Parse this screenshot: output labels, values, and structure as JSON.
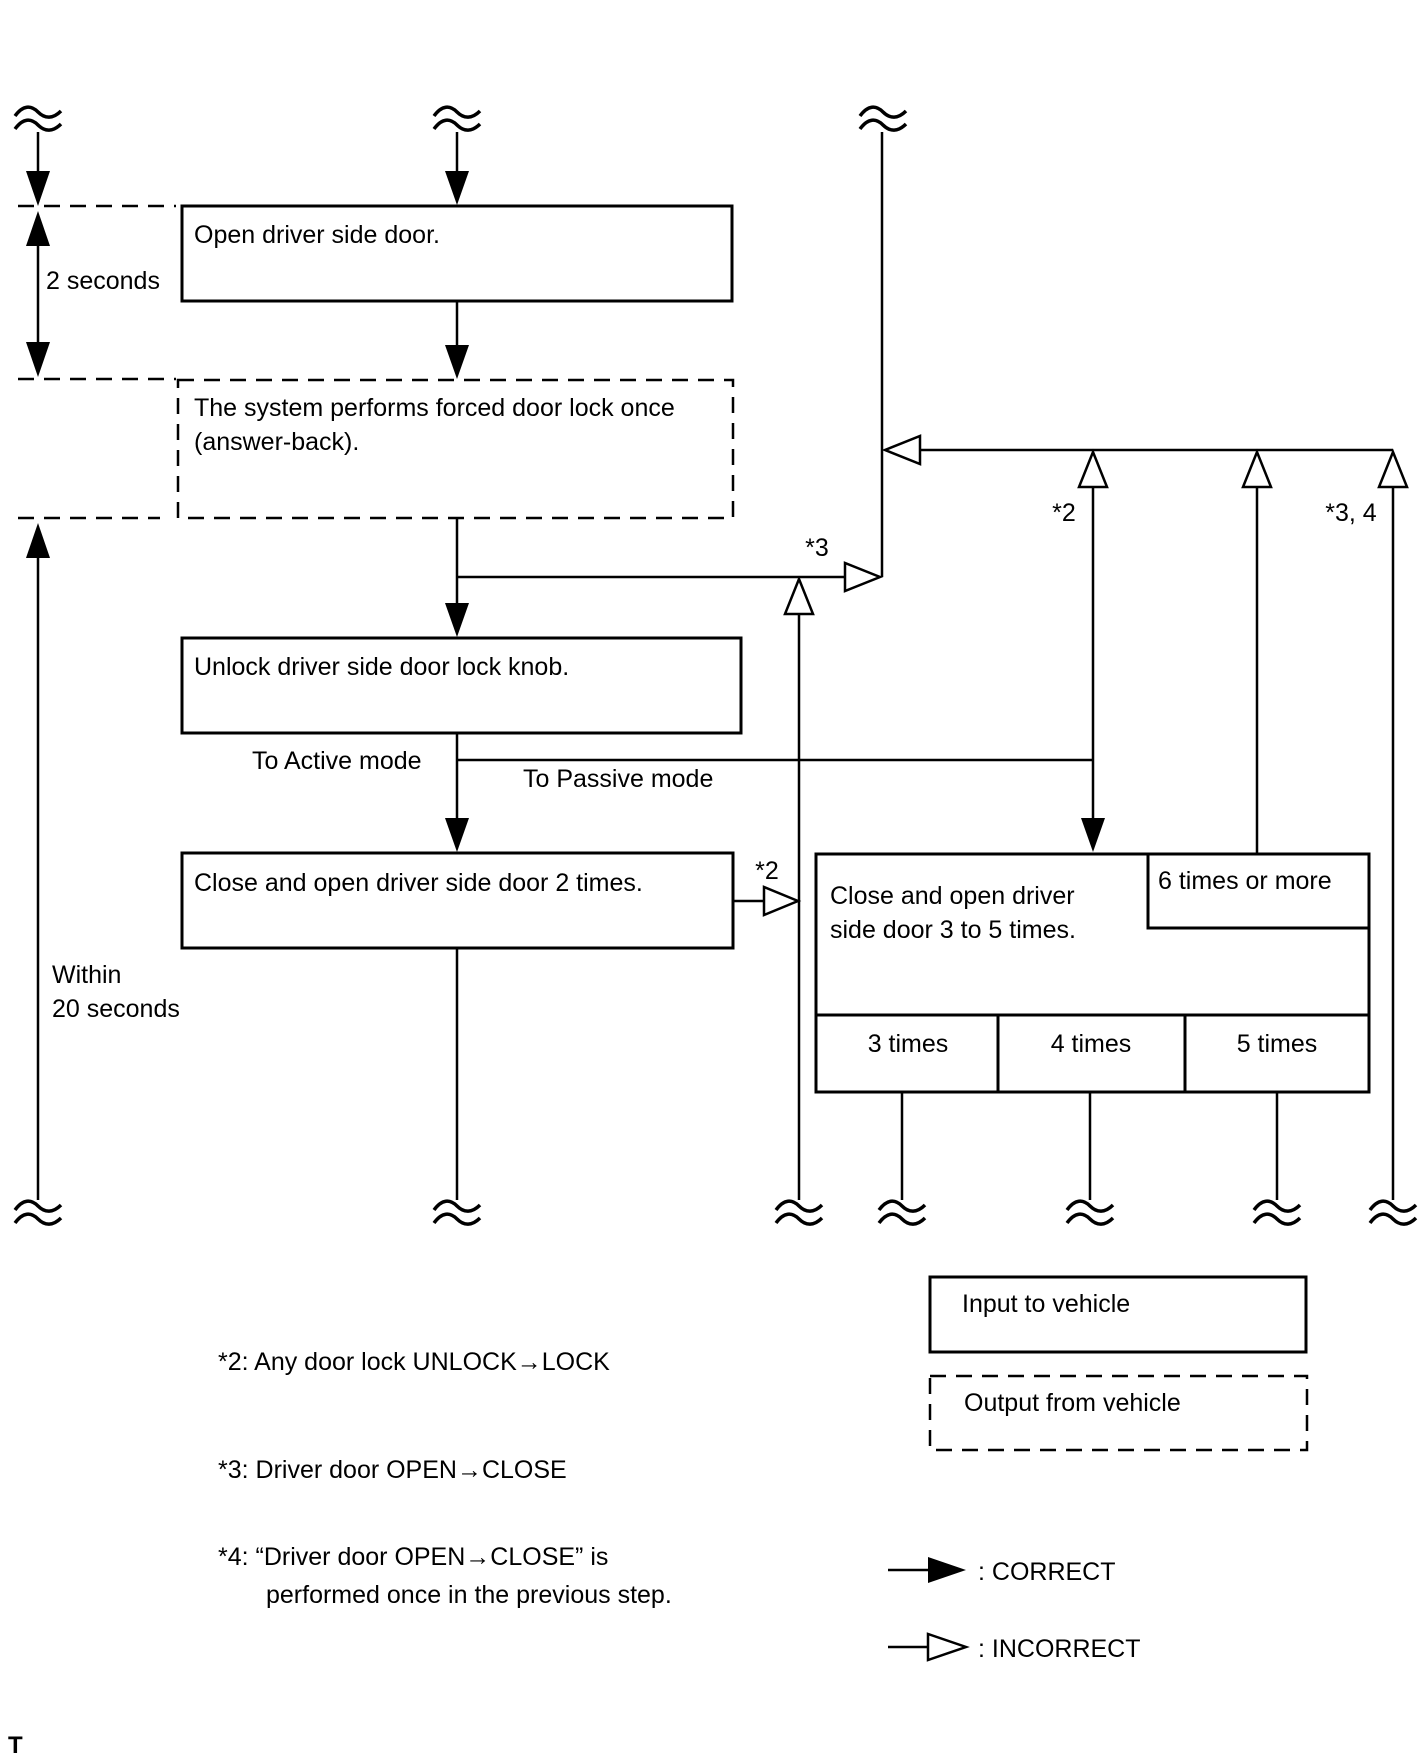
{
  "diagram": {
    "boxes": {
      "open_door": "Open driver side door.",
      "forced_lock": "The system performs forced door lock once\n(answer-back).",
      "unlock_knob": "Unlock driver side door lock knob.",
      "close_open_2": "Close and open driver side door 2 times.",
      "close_open_3to5": "Close and open driver\nside door 3 to 5 times.",
      "six_or_more": "6 times or more",
      "cells": [
        "3 times",
        "4 times",
        "5 times"
      ]
    },
    "labels": {
      "two_seconds": "2 seconds",
      "within_20": "Within\n20 seconds",
      "to_active": "To Active mode",
      "to_passive": "To Passive mode",
      "star3": "*3",
      "star2_left": "*2",
      "star2_return": "*2",
      "star34": "*3, 4"
    },
    "legend": {
      "input": "Input to vehicle",
      "output": "Output from vehicle",
      "correct": ": CORRECT",
      "incorrect": ": INCORRECT"
    },
    "footnotes": {
      "f2": "*2: Any door lock UNLOCK→LOCK",
      "f3": "*3: Driver door OPEN→CLOSE",
      "f4_line1": "*4: “Driver door OPEN→CLOSE” is",
      "f4_line2": "performed once in the previous step."
    },
    "page_marker": "T",
    "colors": {
      "line": "#000000",
      "background": "#ffffff"
    }
  }
}
